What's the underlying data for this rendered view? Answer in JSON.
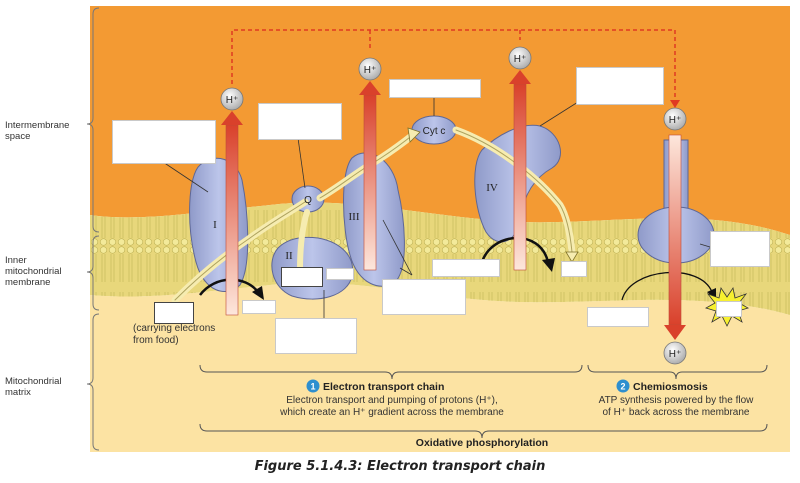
{
  "region_labels": {
    "intermembrane": [
      "Intermembrane",
      "space"
    ],
    "inner": [
      "Inner",
      "mitochondrial",
      "membrane"
    ],
    "matrix": [
      "Mitochondrial",
      "matrix"
    ]
  },
  "complexes": {
    "c1": "I",
    "c2": "II",
    "c3": "III",
    "c4": "IV",
    "q": "Q",
    "cytc": "Cyt c"
  },
  "hplus": "H⁺",
  "food_note": [
    "(carrying electrons",
    "from food)"
  ],
  "etc": {
    "number": "1",
    "title": "Electron transport chain",
    "desc": [
      "Electron transport and pumping of protons (H⁺),",
      "which create an H⁺ gradient across the membrane"
    ]
  },
  "chemiosmosis": {
    "number": "2",
    "title": "Chemiosmosis",
    "desc": [
      "ATP synthesis powered by the flow",
      "of H⁺ back across the membrane"
    ]
  },
  "oxphos": "Oxidative phosphorylation",
  "caption": "Figure 5.1.4.3: Electron transport chain"
}
